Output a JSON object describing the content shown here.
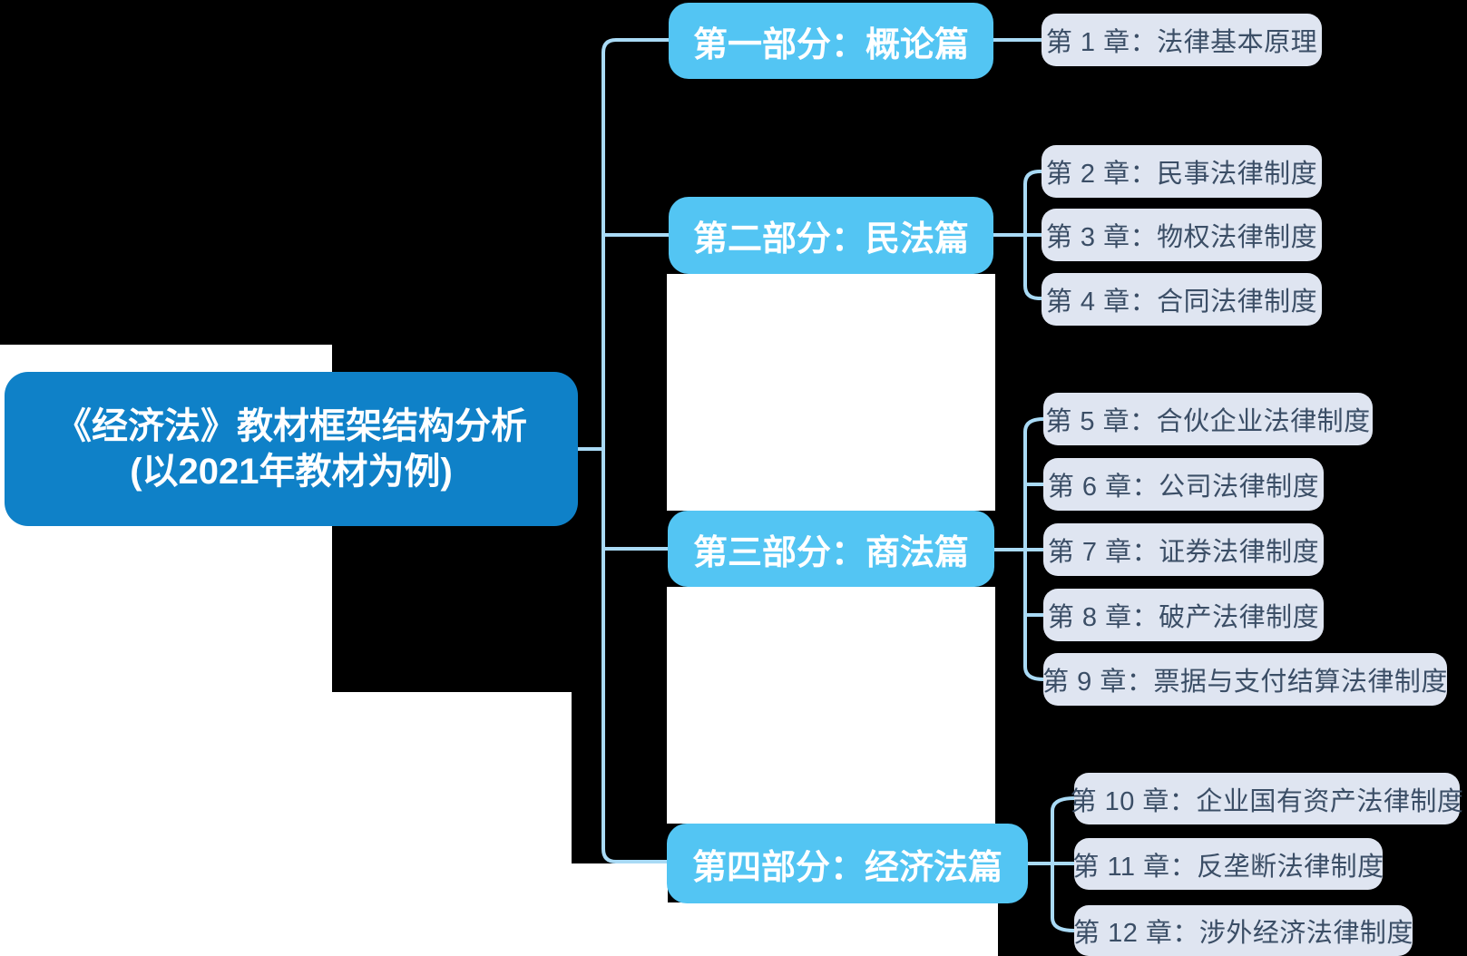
{
  "root": {
    "title_line1": "《经济法》教材框架结构分析",
    "title_line2": "(以2021年教材为例)"
  },
  "branches": [
    {
      "label": "第一部分：概论篇",
      "children": [
        "第 1 章：法律基本原理"
      ]
    },
    {
      "label": "第二部分：民法篇",
      "children": [
        "第 2 章：民事法律制度",
        "第 3 章：物权法律制度",
        "第 4 章：合同法律制度"
      ]
    },
    {
      "label": "第三部分：商法篇",
      "children": [
        "第 5 章：合伙企业法律制度",
        "第 6 章：公司法律制度",
        "第 7 章：证券法律制度",
        "第 8 章：破产法律制度",
        "第 9 章：票据与支付结算法律制度"
      ]
    },
    {
      "label": "第四部分：经济法篇",
      "children": [
        "第 10 章：企业国有资产法律制度",
        "第 11 章：反垄断法律制度",
        "第 12 章：涉外经济法律制度"
      ]
    }
  ],
  "colors": {
    "canvas": "#000000",
    "background_patch": "#ffffff",
    "root_fill": "#0f81c8",
    "branch_fill": "#53c5f3",
    "chapter_fill": "#dfe5f1",
    "chapter_text": "#3b4e66",
    "node_text": "#ffffff",
    "connector": "#a9daf5"
  }
}
